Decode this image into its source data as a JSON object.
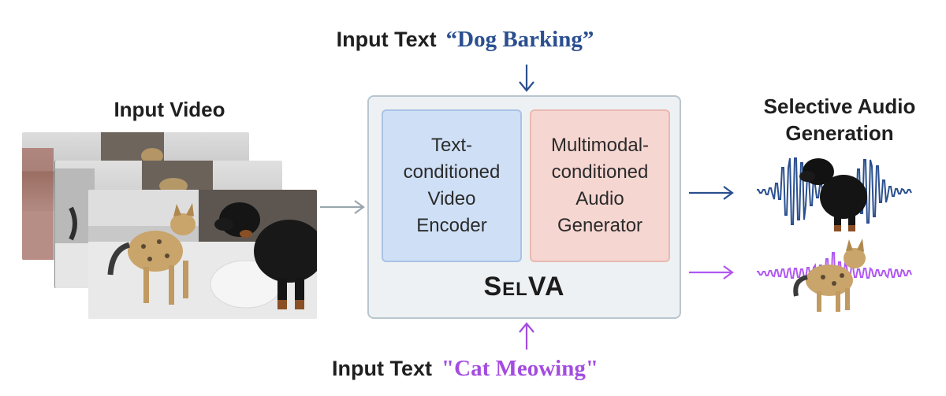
{
  "top_input": {
    "label": "Input Text",
    "prompt": "“Dog Barking”",
    "color": "#2a4f8f"
  },
  "bottom_input": {
    "label": "Input Text",
    "prompt": "\"Cat Meowing\"",
    "color": "#a44ce0"
  },
  "video_heading": "Input Video",
  "generation_heading": [
    "Selective Audio",
    "Generation"
  ],
  "modules": {
    "encoder": [
      "Text-",
      "conditioned",
      "Video",
      "Encoder"
    ],
    "generator": [
      "Multimodal-",
      "conditioned",
      "Audio",
      "Generator"
    ]
  },
  "model_name": "SelVA",
  "colors": {
    "dog_wave": "#2a4f8f",
    "cat_wave": "#b057f2",
    "arrow_gray": "#9aa6ae",
    "box_bg": "#eef1f3"
  }
}
